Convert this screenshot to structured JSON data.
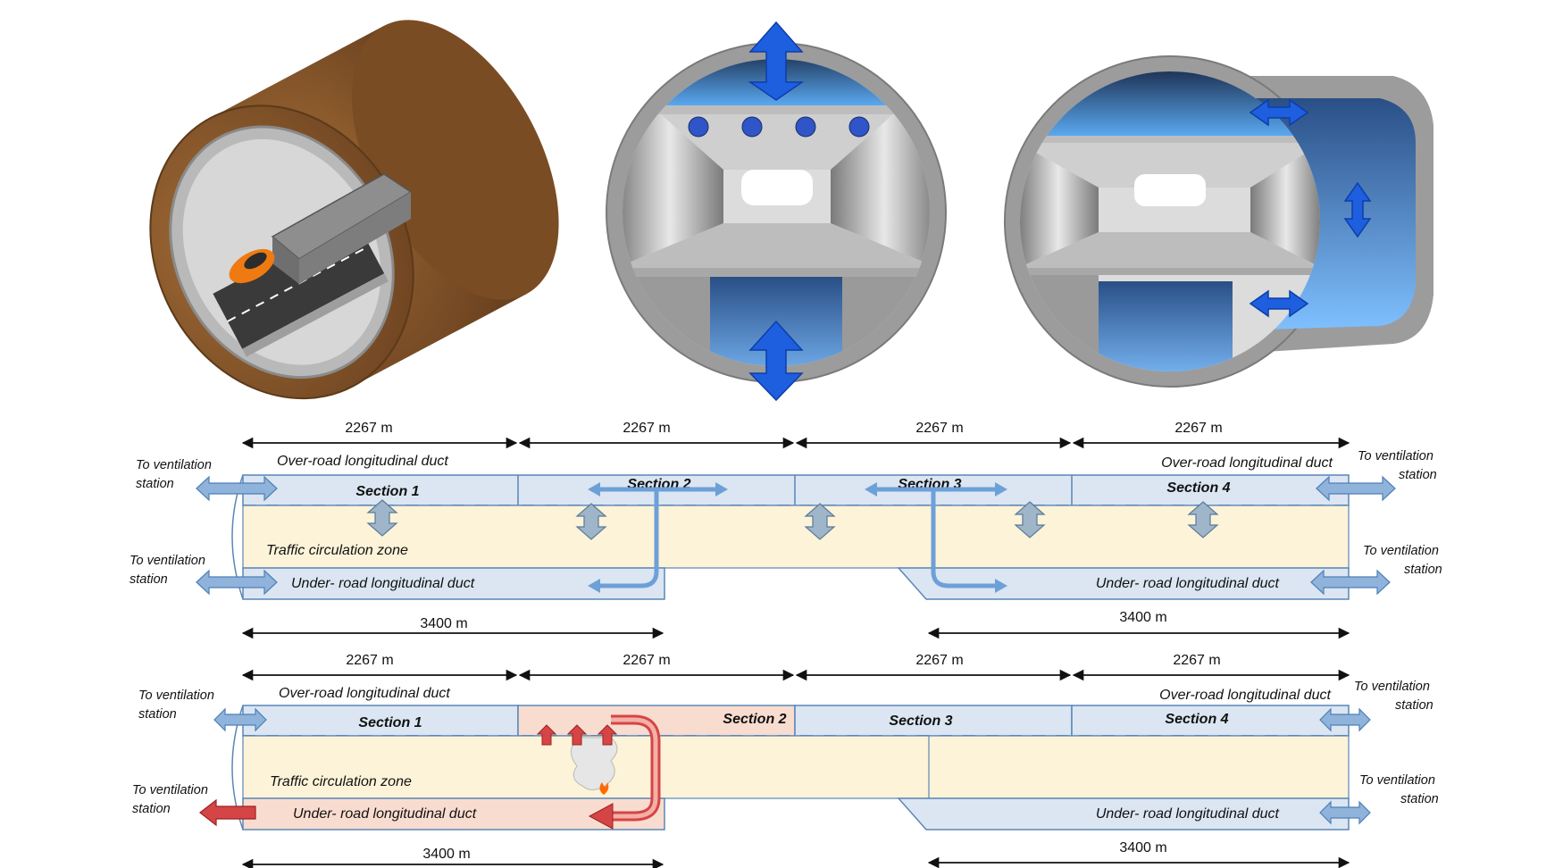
{
  "dimensions": {
    "d1_1": "2267 m",
    "d1_2": "2267 m",
    "d1_3": "2267 m",
    "d1_4": "2267 m",
    "d1_b1": "3400 m",
    "d1_b2": "3400 m",
    "d2_1": "2267 m",
    "d2_2": "2267 m",
    "d2_3": "2267 m",
    "d2_4": "2267 m",
    "d2_b1": "3400 m",
    "d2_b2": "3400 m"
  },
  "normal": {
    "over_duct_left": "Over-road longitudinal duct",
    "over_duct_right": "Over-road longitudinal duct",
    "under_duct_left": "Under- road longitudinal duct",
    "under_duct_right": "Under- road longitudinal duct",
    "traffic_zone": "Traffic circulation zone",
    "sections": [
      "Section 1",
      "Section 2",
      "Section 3",
      "Section 4"
    ],
    "vent_tl": [
      "To ventilation",
      "station"
    ],
    "vent_bl": [
      "To ventilation",
      "station"
    ],
    "vent_tr": [
      "To ventilation",
      "station"
    ],
    "vent_br": [
      "To ventilation",
      "station"
    ]
  },
  "fire": {
    "over_duct_left": "Over-road longitudinal duct",
    "over_duct_right": "Over-road longitudinal duct",
    "under_duct_left": "Under- road longitudinal duct",
    "under_duct_right": "Under- road longitudinal duct",
    "traffic_zone": "Traffic circulation zone",
    "sections": [
      "Section 1",
      "Section 2",
      "Section 3",
      "Section 4"
    ],
    "vent_tl": [
      "To ventilation",
      "station"
    ],
    "vent_bl": [
      "To ventilation",
      "station"
    ],
    "vent_tr": [
      "To ventilation",
      "station"
    ],
    "vent_br": [
      "To ventilation",
      "station"
    ]
  },
  "colors": {
    "duct_blue": "#dbe6f2",
    "duct_stroke": "#5a86b8",
    "traffic_yellow": "#fcf3d8",
    "fire_duct": "#f8dccf",
    "fire_red": "#c0392b",
    "air_arrow": "#6ea0d8",
    "earth": "#8b5a2b",
    "vent_blue": "#1e5fe0"
  }
}
